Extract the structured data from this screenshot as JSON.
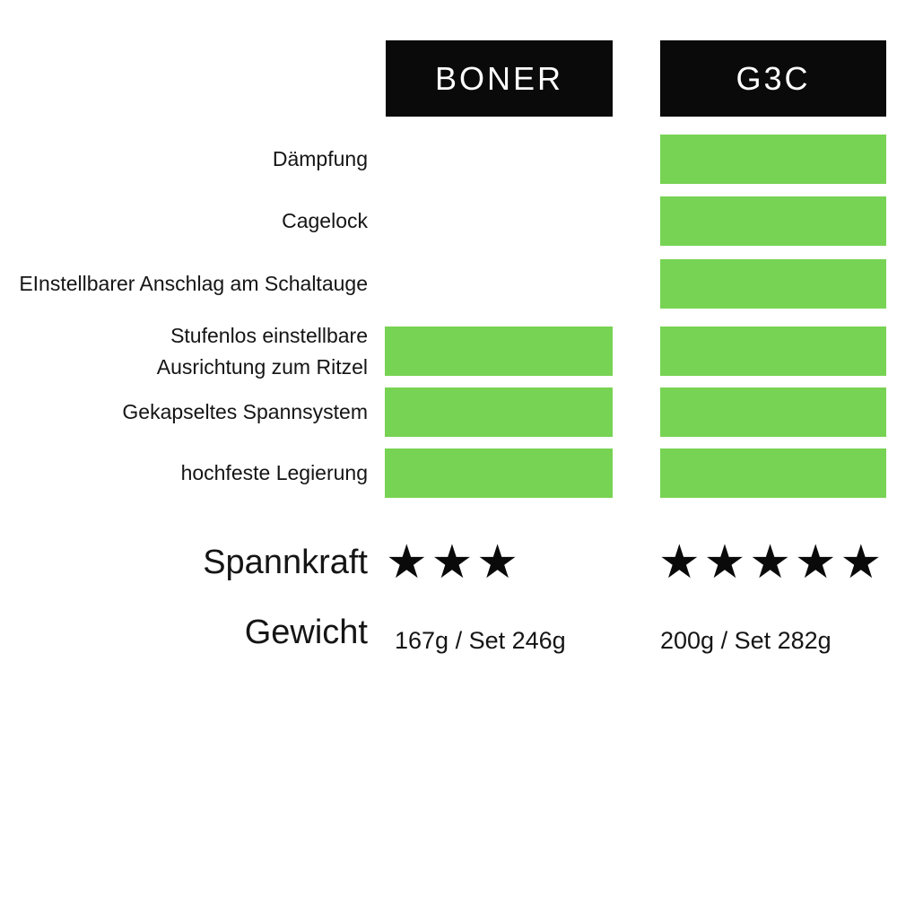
{
  "chart_data": {
    "type": "table",
    "title": "",
    "columns": [
      "BONER",
      "G3C"
    ],
    "features": [
      {
        "label_lines": [
          "Dämpfung"
        ],
        "boner": false,
        "g3c": true
      },
      {
        "label_lines": [
          "Cagelock"
        ],
        "boner": false,
        "g3c": true
      },
      {
        "label_lines": [
          "EInstellbarer Anschlag am Schaltauge"
        ],
        "boner": false,
        "g3c": true
      },
      {
        "label_lines": [
          "Stufenlos einstellbare",
          "Ausrichtung zum Ritzel"
        ],
        "boner": true,
        "g3c": true
      },
      {
        "label_lines": [
          "Gekapseltes Spannsystem"
        ],
        "boner": true,
        "g3c": true
      },
      {
        "label_lines": [
          "hochfeste Legierung"
        ],
        "boner": true,
        "g3c": true
      }
    ],
    "ratings": {
      "label": "Spannkraft",
      "star_char": "★",
      "boner_stars": 3,
      "g3c_stars": 5
    },
    "weights": {
      "label": "Gewicht",
      "boner": "167g / Set 246g",
      "g3c": "200g / Set 282g"
    }
  },
  "colors": {
    "bar_green": "#77d353",
    "header_bg": "#0a0a0a",
    "header_text": "#ffffff",
    "label_text": "#151515"
  }
}
